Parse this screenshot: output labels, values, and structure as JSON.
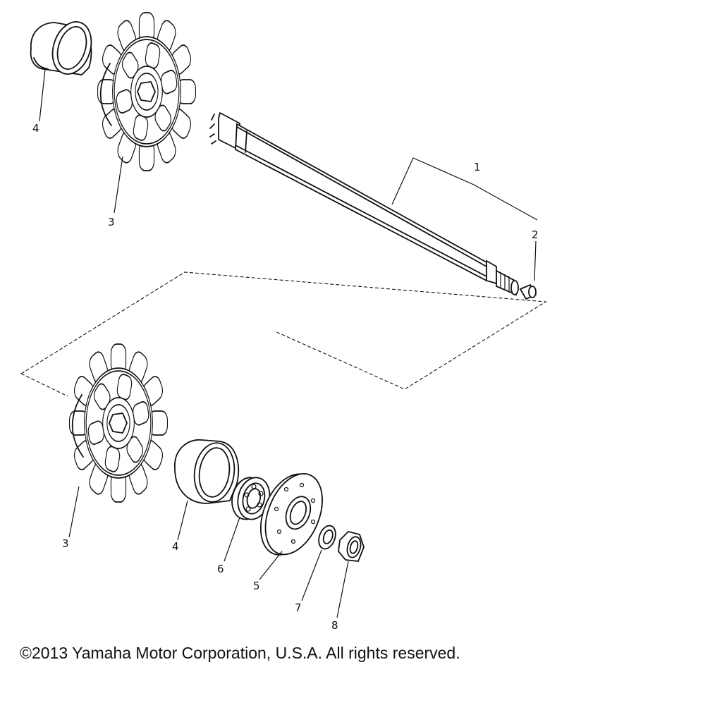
{
  "callouts": {
    "upper_bearing_housing": "4",
    "upper_sprocket": "3",
    "shaft": "1",
    "shaft_pin": "2",
    "lower_sprocket": "3",
    "lower_bearing_housing": "4",
    "bearing": "6",
    "flange": "5",
    "washer": "7",
    "nut": "8"
  },
  "copyright": "©2013 Yamaha Motor Corporation, U.S.A. All rights reserved."
}
